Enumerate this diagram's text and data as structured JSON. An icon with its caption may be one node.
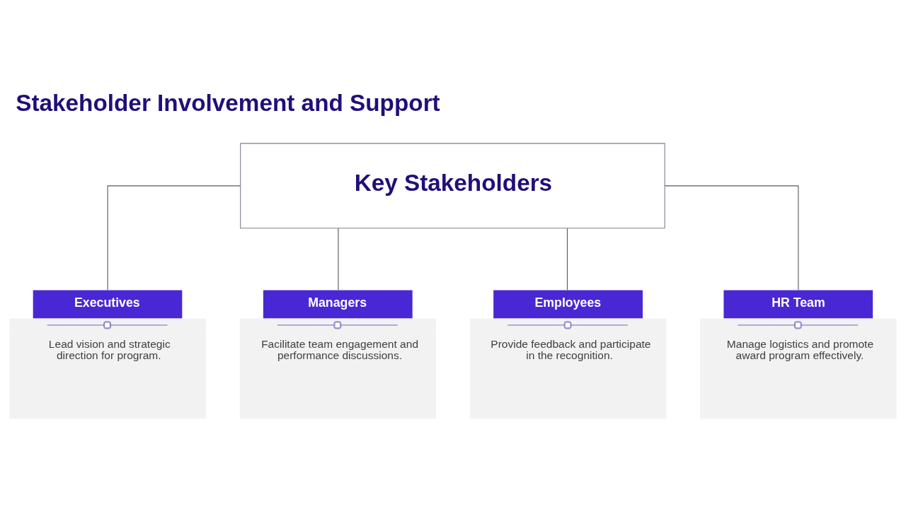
{
  "diagram": {
    "title": "Stakeholder Involvement and Support",
    "nodes": [
      {
        "text": [
          "Key Stakeholders"
        ]
      },
      {
        "text": [
          "Executives",
          "Lead vision and strategic direction for program."
        ]
      },
      {
        "text": [
          "Managers",
          "Facilitate team engagement and performance discussions."
        ]
      },
      {
        "text": [
          "Employees",
          "Provide feedback and participate in the recognition."
        ]
      },
      {
        "text": [
          "HR Team",
          "Manage logistics and promote award program effectively."
        ]
      }
    ],
    "edges": [
      {
        "from": 0,
        "to": 1,
        "arrow": "none"
      },
      {
        "from": 0,
        "to": 2,
        "arrow": "none"
      },
      {
        "from": 0,
        "to": 3,
        "arrow": "none"
      },
      {
        "from": 0,
        "to": 4,
        "arrow": "none"
      }
    ]
  }
}
